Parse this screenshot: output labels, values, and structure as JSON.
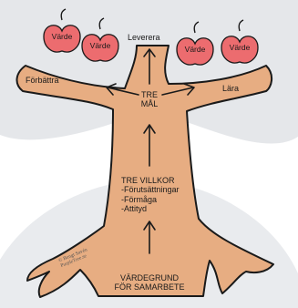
{
  "colors": {
    "trunk": "#e7ad82",
    "outline": "#1a1a1a",
    "canopy": "#e5e7ea",
    "ground": "#e9ebee",
    "apple": "#ec6c6f",
    "leaf": "#6fbf5a"
  },
  "apples": [
    {
      "label": "Värde"
    },
    {
      "label": "Värde"
    },
    {
      "label": "Värde"
    },
    {
      "label": "Värde"
    }
  ],
  "branches": {
    "top": "Leverera",
    "left": "Förbättra",
    "right": "Lära"
  },
  "center": {
    "line1": "TRE",
    "line2": "MÅL"
  },
  "conditions": {
    "title": "TRE VILLKOR",
    "items": [
      "-Förutsättningar",
      "-Förmåga",
      "-Attityd"
    ]
  },
  "foundation": {
    "line1": "VÄRDEGRUND",
    "line2": "FÖR SAMARBETE"
  },
  "copyright": {
    "line1": "© Bengt Savén",
    "line2": "PurpleTree.se"
  }
}
